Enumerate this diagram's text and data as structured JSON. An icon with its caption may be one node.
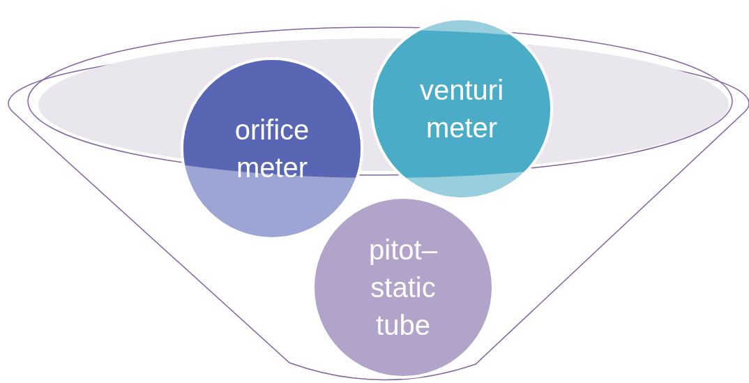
{
  "diagram": {
    "nodes": [
      {
        "text": [
          "orifice meter"
        ]
      },
      {
        "text": [
          "venturi meter"
        ]
      },
      {
        "text": [
          "pitot– static tube"
        ]
      }
    ]
  }
}
